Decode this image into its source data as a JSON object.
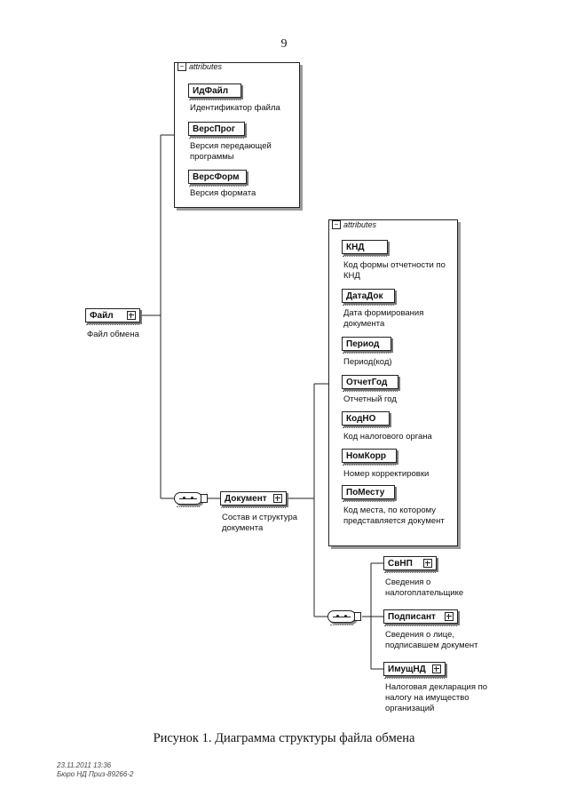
{
  "page_number": "9",
  "root": {
    "name": "Файл",
    "description": "Файл обмена"
  },
  "file_attributes": {
    "header": "attributes",
    "items": [
      {
        "name": "ИдФайл",
        "description": "Идентификатор файла"
      },
      {
        "name": "ВерсПрог",
        "description": "Версия передающей программы"
      },
      {
        "name": "ВерсФорм",
        "description": "Версия формата"
      }
    ]
  },
  "document": {
    "name": "Документ",
    "description": "Состав и структура документа"
  },
  "document_attributes": {
    "header": "attributes",
    "items": [
      {
        "name": "КНД",
        "description": "Код формы отчетности по КНД"
      },
      {
        "name": "ДатаДок",
        "description": "Дата формирования документа"
      },
      {
        "name": "Период",
        "description": "Период(код)"
      },
      {
        "name": "ОтчетГод",
        "description": "Отчетный год"
      },
      {
        "name": "КодНО",
        "description": "Код налогового органа"
      },
      {
        "name": "НомКорр",
        "description": "Номер корректировки"
      },
      {
        "name": "ПоМесту",
        "description": "Код места, по которому представляется документ"
      }
    ]
  },
  "document_children": [
    {
      "name": "СвНП",
      "description": "Сведения о налогоплательщике"
    },
    {
      "name": "Подписант",
      "description": "Сведения о лице, подписавшем документ"
    },
    {
      "name": "ИмущНД",
      "description": "Налоговая декларация по налогу на имущество организаций"
    }
  ],
  "caption": "Рисунок 1. Диаграмма структуры файла обмена",
  "footer": {
    "line1": "23.11.2011 13:36",
    "line2": "Бюро НД Приз-89266-2"
  }
}
